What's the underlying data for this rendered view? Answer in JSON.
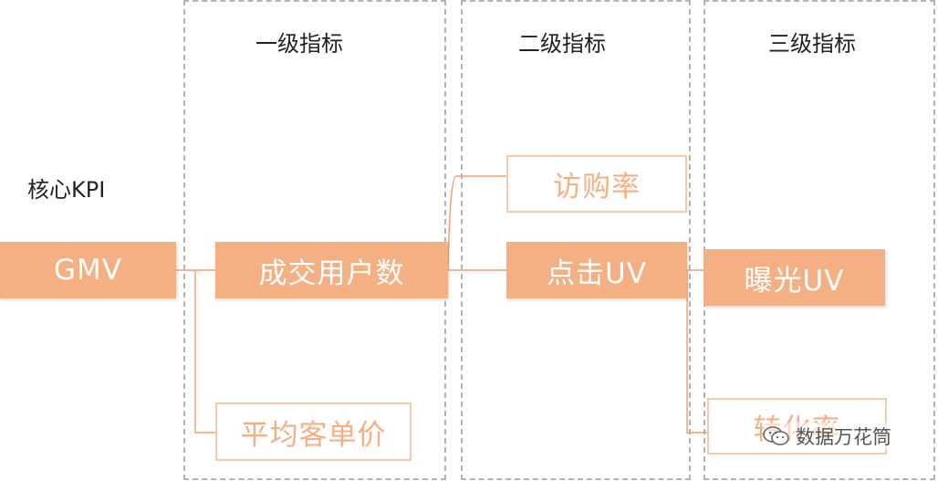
{
  "columns": [
    {
      "title": "一级指标"
    },
    {
      "title": "二级指标"
    },
    {
      "title": "三级指标"
    }
  ],
  "core_label": "核心KPI",
  "nodes": {
    "gmv": "GMV",
    "deal_users": "成交用户数",
    "avg_order_value": "平均客单价",
    "purchase_rate": "访购率",
    "click_uv": "点击UV",
    "exposure_uv": "曝光UV",
    "conversion_rate": "转化率"
  },
  "watermark": {
    "text": "数据万花筒",
    "icon": "wechat-icon"
  },
  "colors": {
    "accent": "#f4af83",
    "outline_border": "#f8c9a8",
    "connector": "#f0a06e",
    "dashed_border": "#b3b3b3"
  }
}
